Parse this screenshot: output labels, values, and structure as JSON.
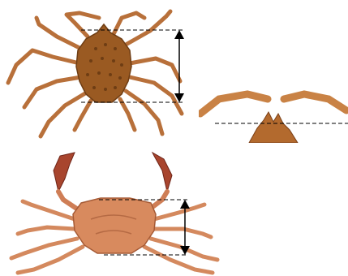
{
  "figure": {
    "panels": [
      {
        "name": "spider-crab-dorsal",
        "subject": "spider-crab",
        "measurement": "carapace-length",
        "colors": {
          "body": "#9a5a22",
          "legs": "#c27a3a",
          "line": "#000000"
        }
      },
      {
        "name": "rostrum-detail",
        "subject": "spider-crab-rostrum",
        "measurement": "rostrum-base-line",
        "colors": {
          "body": "#b36a2e",
          "claw": "#c98245",
          "line": "#000000"
        }
      },
      {
        "name": "swimming-crab-dorsal",
        "subject": "swimming-crab",
        "measurement": "carapace-length",
        "colors": {
          "body": "#d88a5e",
          "claw": "#8a3a2a",
          "line": "#000000"
        }
      }
    ]
  }
}
